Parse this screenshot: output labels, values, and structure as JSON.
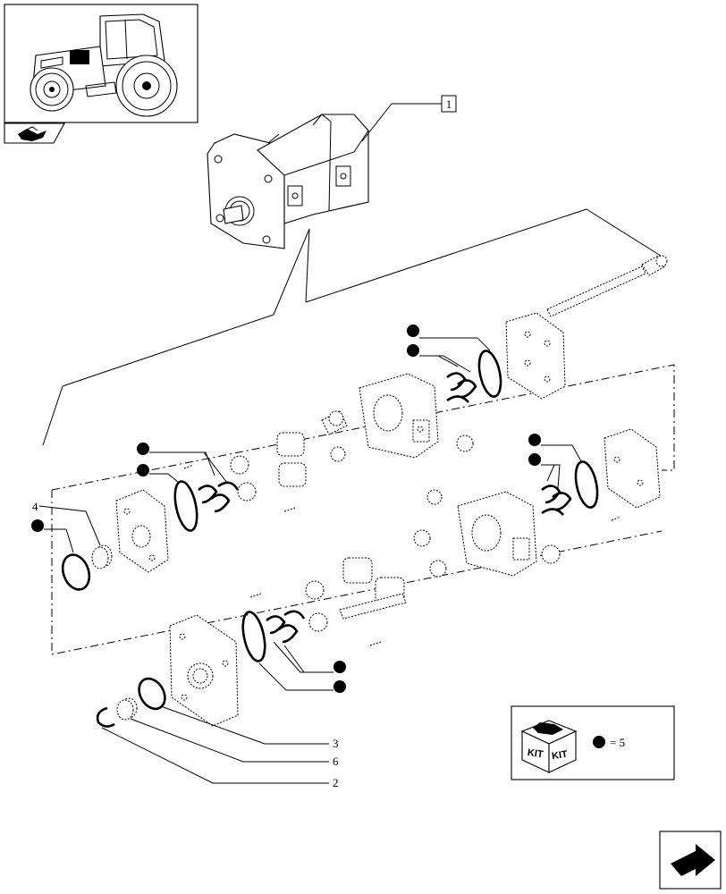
{
  "callouts": {
    "pump_assembly": "1",
    "circlip": "2",
    "oring_shaft": "3",
    "seal_ring_front": "4",
    "bearing_ring": "6"
  },
  "kit": {
    "box_label_left": "KIT",
    "box_label_right": "KIT",
    "equals_text": "= 5"
  },
  "icons": {
    "tractor_thumbnail": "tractor-thumbnail-icon",
    "nav_back": "nav-back-arrow-icon",
    "nav_next": "nav-next-arrow-icon"
  }
}
